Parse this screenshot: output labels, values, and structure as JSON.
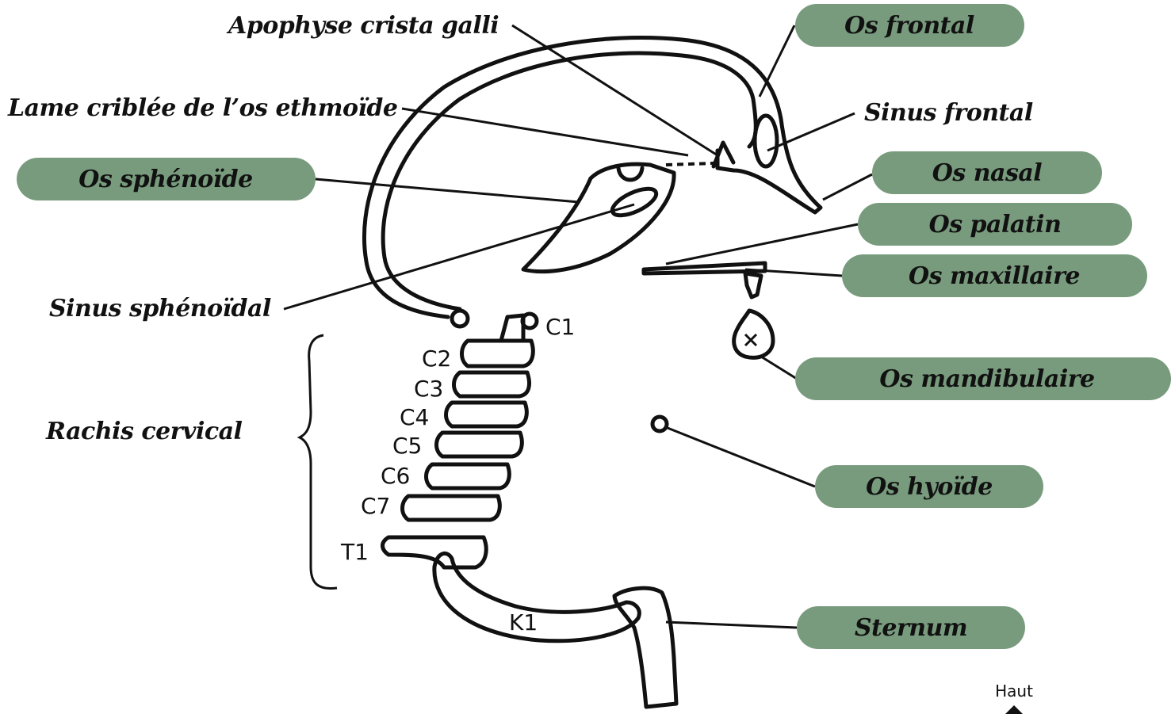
{
  "labels": {
    "crista_galli": "Apophyse crista galli",
    "lame_criblee": "Lame criblée de l’os ethmoïde",
    "os_sphenoide": "Os sphénoïde",
    "sinus_sphenoidal": "Sinus sphénoïdal",
    "rachis_cervical": "Rachis cervical",
    "os_frontal": "Os frontal",
    "sinus_frontal": "Sinus frontal",
    "os_nasal": "Os nasal",
    "os_palatin": "Os palatin",
    "os_maxillaire": "Os maxillaire",
    "os_mandibulaire": "Os mandibulaire",
    "os_hyoide": "Os hyoïde",
    "sternum": "Sternum"
  },
  "vertebrae": {
    "c1": "C1",
    "c2": "C2",
    "c3": "C3",
    "c4": "C4",
    "c5": "C5",
    "c6": "C6",
    "c7": "C7",
    "t1": "T1",
    "k1": "K1"
  },
  "nav": {
    "haut": "Haut"
  },
  "colors": {
    "pill": "#789b7d",
    "ink": "#111111"
  }
}
